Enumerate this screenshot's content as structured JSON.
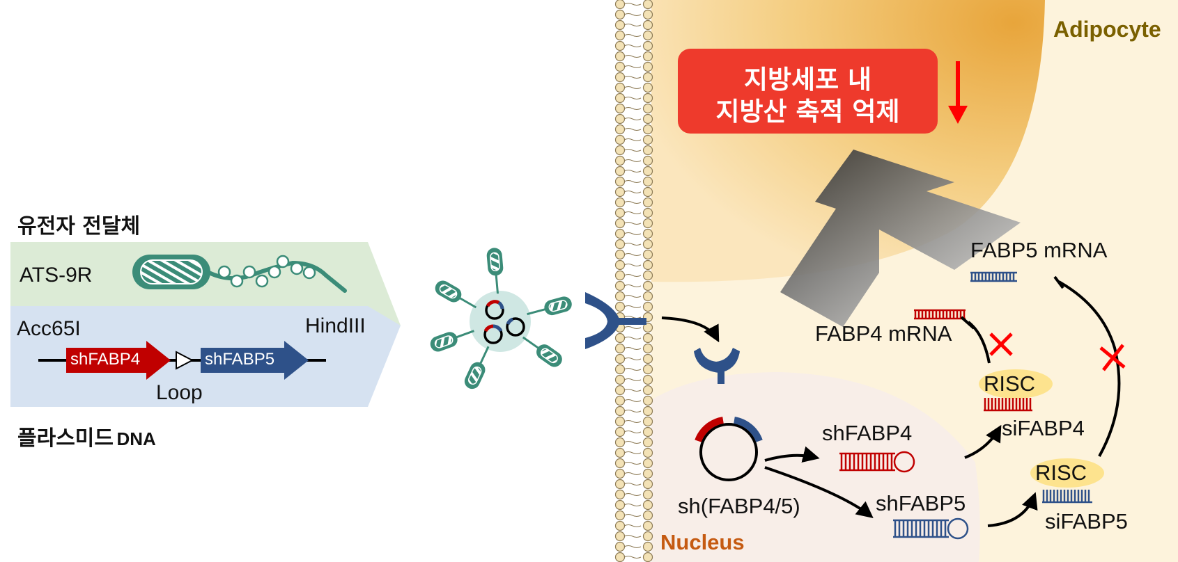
{
  "left_panel": {
    "delivery_title": "유전자 전달체",
    "ats_label": "ATS-9R",
    "acc_label": "Acc65I",
    "hind_label": "HindIII",
    "shfabp4_label": "shFABP4",
    "shfabp5_label": "shFABP5",
    "loop_label": "Loop",
    "plasmid_title_kr": "플라스미드",
    "plasmid_title_dna": "DNA"
  },
  "cell": {
    "adipocyte_label": "Adipocyte",
    "result_line1": "지방세포 내",
    "result_line2": "지방산 축적 억제",
    "nucleus_label": "Nucleus",
    "plasmid_label": "sh(FABP4/5)",
    "sh4_label": "shFABP4",
    "sh5_label": "shFABP5",
    "risc_label_1": "RISC",
    "risc_label_2": "RISC",
    "si4_label": "siFABP4",
    "si5_label": "siFABP5",
    "fabp4_mrna_label": "FABP4 mRNA",
    "fabp5_mrna_label": "FABP5 mRNA"
  },
  "colors": {
    "green_band": "#dcebd6",
    "blue_band": "#d6e2f1",
    "teal": "#3b8c78",
    "red": "#c00000",
    "navy": "#2e5189",
    "result_box": "#ee3a2c",
    "cell_bg": "#fdf3dc",
    "adipocyte_text": "#7a6000",
    "nucleus_text": "#c55a11",
    "risc": "#fde38e"
  }
}
